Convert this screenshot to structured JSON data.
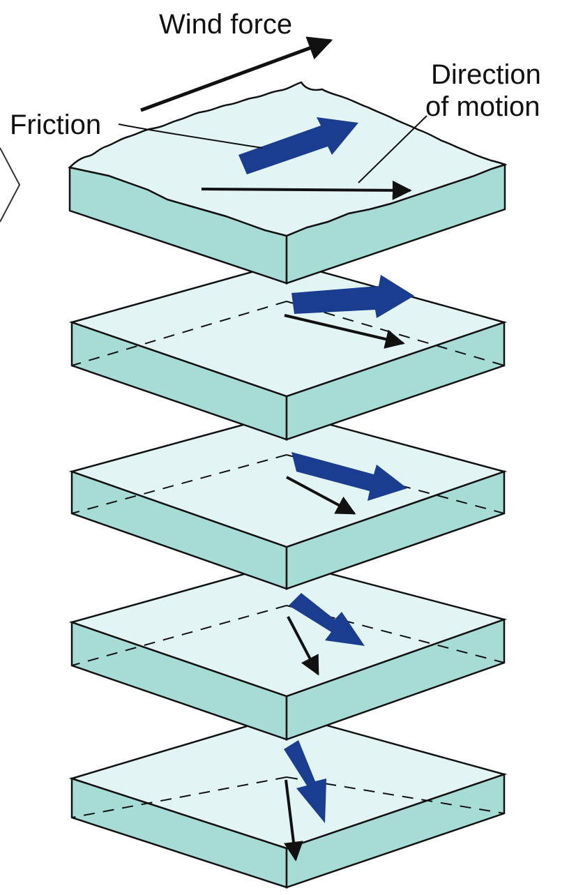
{
  "labels": {
    "wind_force": "Wind force",
    "friction": "Friction",
    "direction_line1": "Direction",
    "direction_line2": "of motion"
  },
  "colors": {
    "water_top": "#e2f4f3",
    "water_side": "#a6dbd6",
    "outline": "#111111",
    "force_arrow": "#1a3d8f",
    "motion_arrow": "#111111"
  },
  "layers": [
    {
      "name": "surface",
      "rough_top": true
    },
    {
      "name": "layer-2"
    },
    {
      "name": "layer-3"
    },
    {
      "name": "layer-4"
    },
    {
      "name": "layer-5"
    }
  ]
}
